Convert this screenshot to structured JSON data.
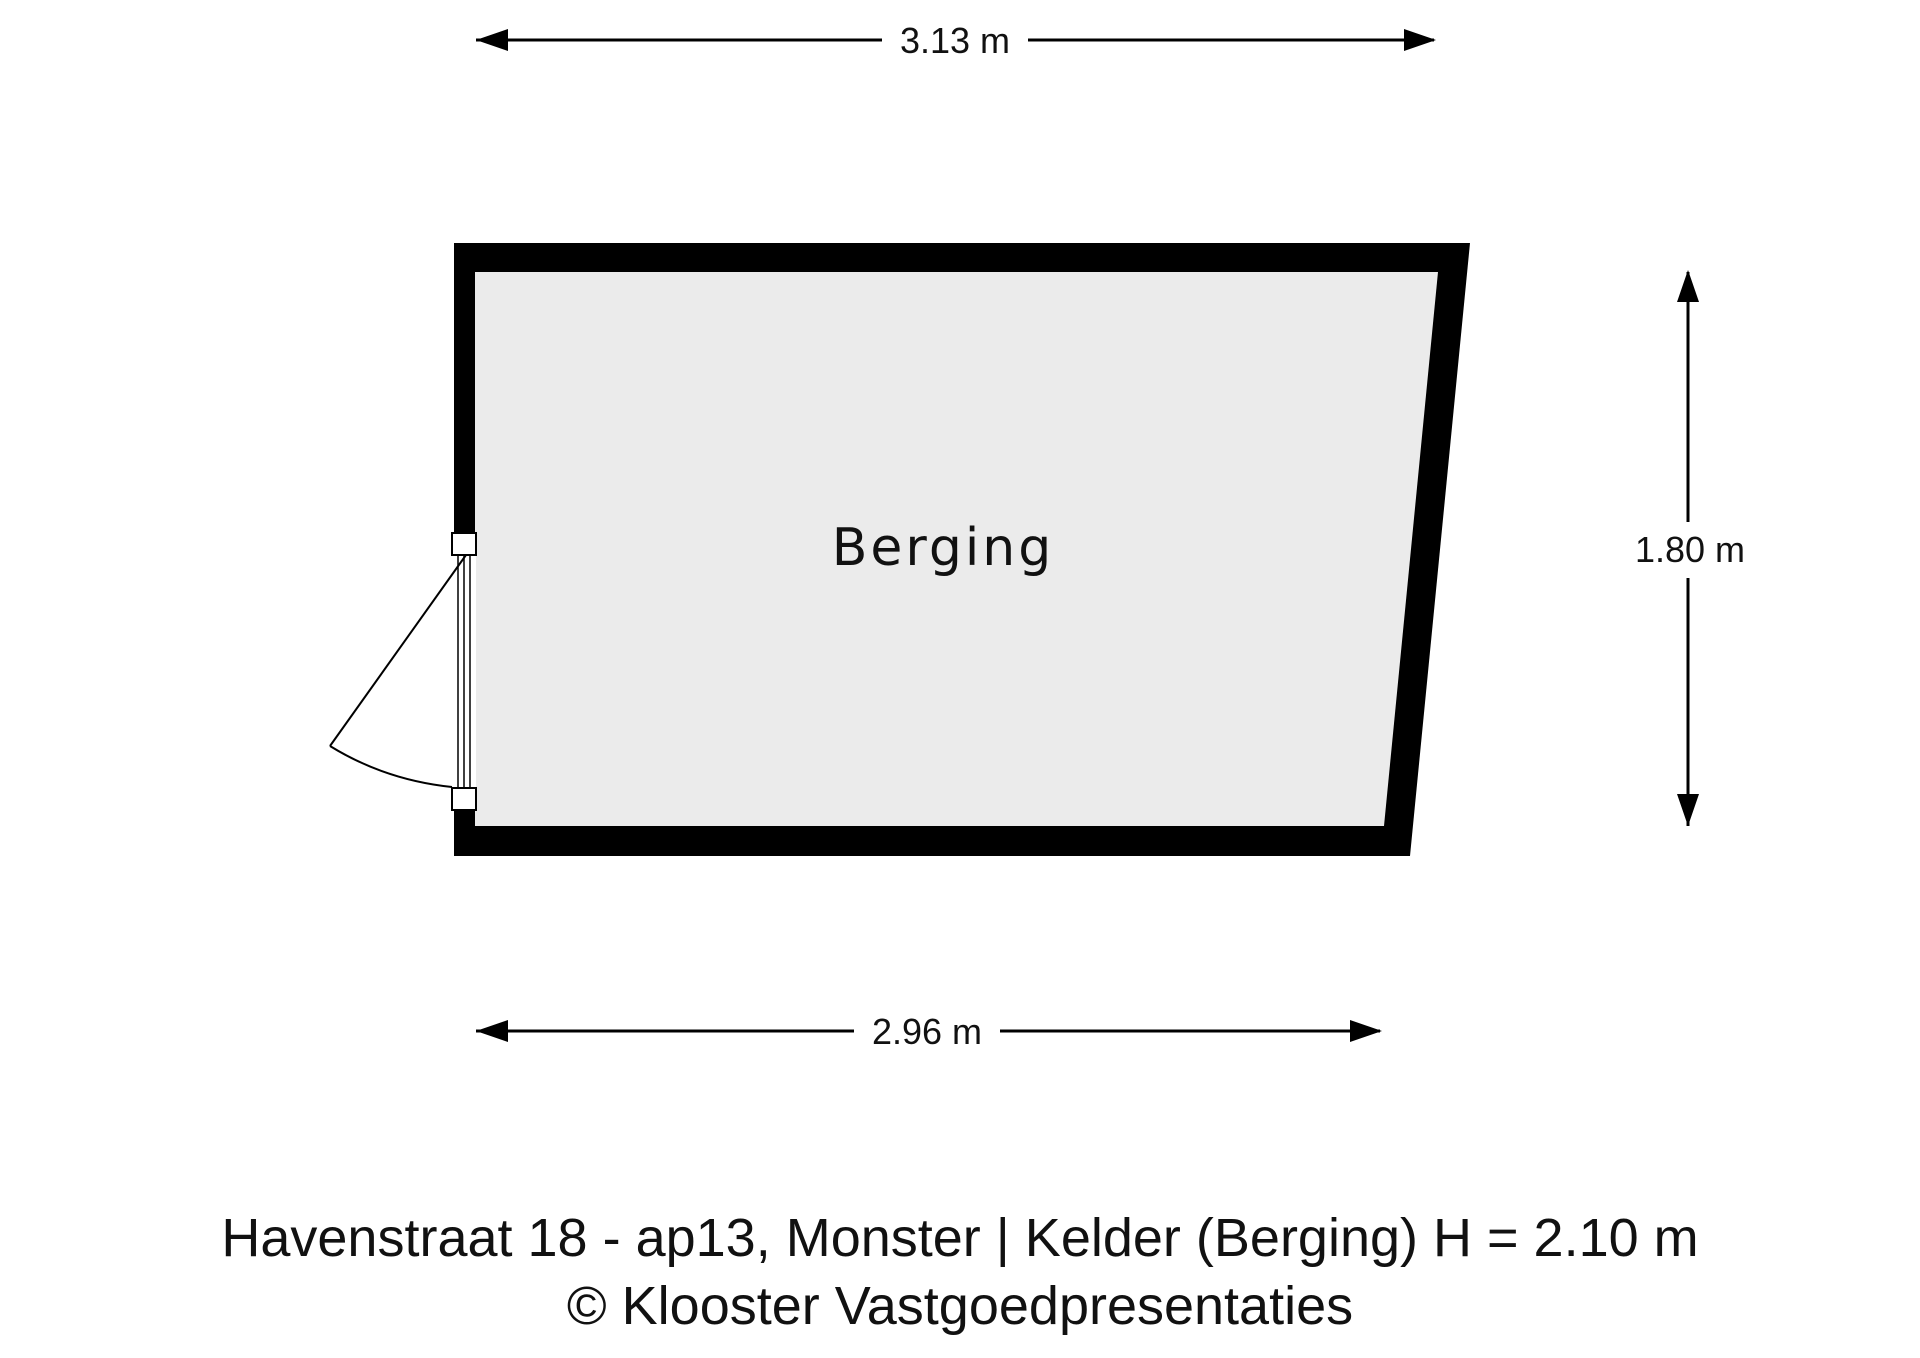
{
  "room": {
    "name": "Berging"
  },
  "dimensions": {
    "top_width": "3.13 m",
    "bottom_width": "2.96 m",
    "depth": "1.80 m"
  },
  "footer": {
    "title": "Havenstraat 18 - ap13, Monster | Kelder (Berging) H = 2.10 m",
    "copyright": "© Klooster Vastgoedpresentaties"
  },
  "colors": {
    "wall": "#000000",
    "floor": "#ebebeb",
    "text": "#111111",
    "background": "#ffffff"
  }
}
